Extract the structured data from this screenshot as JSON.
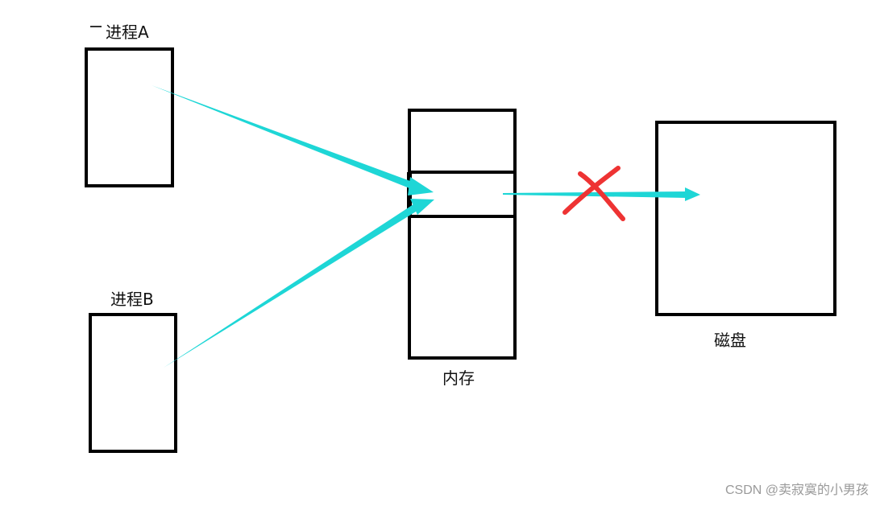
{
  "labels": {
    "process_a": "进程A",
    "process_b": "进程B",
    "memory": "内存",
    "disk": "磁盘"
  },
  "watermark": "CSDN @卖寂寞的小男孩",
  "colors": {
    "box_stroke": "#000000",
    "arrow": "#1ed6d6",
    "cross": "#ee3333"
  }
}
